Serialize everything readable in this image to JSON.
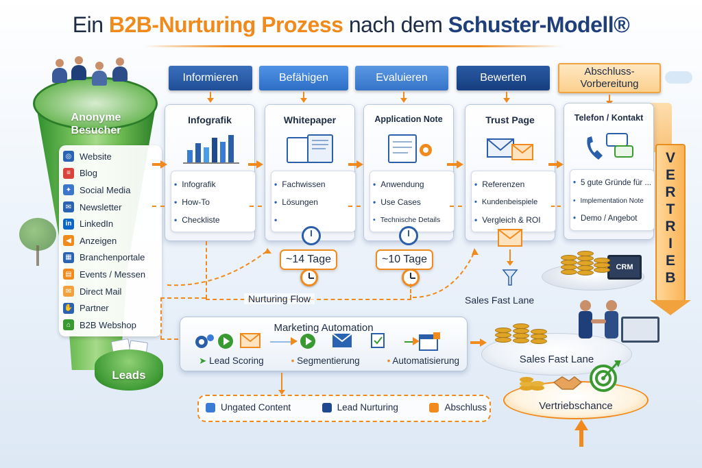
{
  "title": {
    "part1": "Ein ",
    "part2": "B2B-Nurturing Prozess",
    "part3": " nach dem ",
    "part4": "Schuster-Modell®"
  },
  "funnel": {
    "top_label_line1": "Anonyme",
    "top_label_line2": "Besucher",
    "sources": [
      "Website",
      "Blog",
      "Social Media",
      "Newsletter",
      "LinkedIn",
      "Anzeigen",
      "Branchenportale",
      "Events / Messen",
      "Direct Mail",
      "Partner",
      "B2B Webshop"
    ],
    "bottom_label": "Leads"
  },
  "phases": [
    {
      "label": "Informieren",
      "color": "#2b5ea8"
    },
    {
      "label": "Befähigen",
      "color": "#3a7bd5"
    },
    {
      "label": "Evaluieren",
      "color": "#4a86d6"
    },
    {
      "label": "Bewerten",
      "color": "#1f4a8f"
    },
    {
      "label_line1": "Abschluss-",
      "label_line2": "Vorbereitung",
      "color": "#f08a1c"
    }
  ],
  "cards": [
    {
      "title": "Infografik",
      "items": [
        "Infografik",
        "How-To",
        "Checkliste"
      ]
    },
    {
      "title": "Whitepaper",
      "items": [
        "Fachwissen",
        "Lösungen",
        ""
      ]
    },
    {
      "title": "Application Note",
      "items": [
        "Anwendung",
        "Use Cases",
        "Technische Details"
      ]
    },
    {
      "title": "Trust Page",
      "items": [
        "Referenzen",
        "Kundenbeispiele",
        "Vergleich & ROI"
      ]
    },
    {
      "title": "Telefon / Kontakt",
      "items": [
        "5 gute Gründe für ...",
        "Implementation Note",
        "Demo / Angebot"
      ]
    }
  ],
  "durations": {
    "first": "~14 Tage",
    "second": "~10 Tage"
  },
  "flow_label": "Nurturing Flow",
  "sales_fast_lane_upper": "Sales Fast Lane",
  "vertrieb": "VERTRIEB",
  "crm": "CRM",
  "marketing_automation": {
    "title": "Marketing Automation",
    "labels": [
      "Lead Scoring",
      "Segmentierung",
      "Automatisierung"
    ]
  },
  "legend": [
    {
      "label": "Ungated Content",
      "color": "#3a7bd5"
    },
    {
      "label": "Lead Nurturing",
      "color": "#1f4a8f"
    },
    {
      "label": "Abschluss",
      "color": "#f08a1c"
    }
  ],
  "sales_fast_lane_lower": "Sales Fast Lane",
  "vertriebschance": "Vertriebschance",
  "icons": [
    "globe-icon",
    "blog-icon",
    "social-icon",
    "mail-icon",
    "linkedin-icon",
    "megaphone-icon",
    "portal-icon",
    "calendar-icon",
    "envelope-icon",
    "handshake-icon",
    "shop-icon"
  ]
}
